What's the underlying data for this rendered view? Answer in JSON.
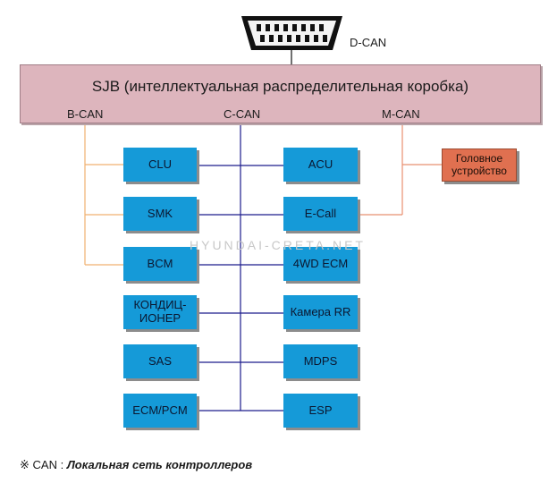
{
  "connector": {
    "icon": "obd-connector-icon",
    "label": "D-CAN"
  },
  "sjb": {
    "title": "SJB (интеллектуальная распределительная коробка)",
    "buses": {
      "b_can": "B-CAN",
      "c_can": "C-CAN",
      "m_can": "M-CAN"
    }
  },
  "modules_left": [
    "CLU",
    "SMK",
    "BCM",
    "КОНДИЦ-\nИОНЕР",
    "SAS",
    "ECM/PCM"
  ],
  "modules_right": [
    "ACU",
    "E-Call",
    "4WD ECM",
    "Камера RR",
    "MDPS",
    "ESP"
  ],
  "head_unit": "Головное устройство",
  "watermark": "HYUNDAI-CRETA.NET",
  "footnote": {
    "symbol": "※",
    "prefix": "CAN :",
    "text": "Локальная сеть контроллеров"
  },
  "colors": {
    "module_blue": "#159ad8",
    "head_unit_orange": "#e07050",
    "sjb_pink": "#ddb5bd",
    "b_can_line": "#f0b070",
    "c_can_line": "#1c1c8c",
    "m_can_line": "#e89070"
  }
}
